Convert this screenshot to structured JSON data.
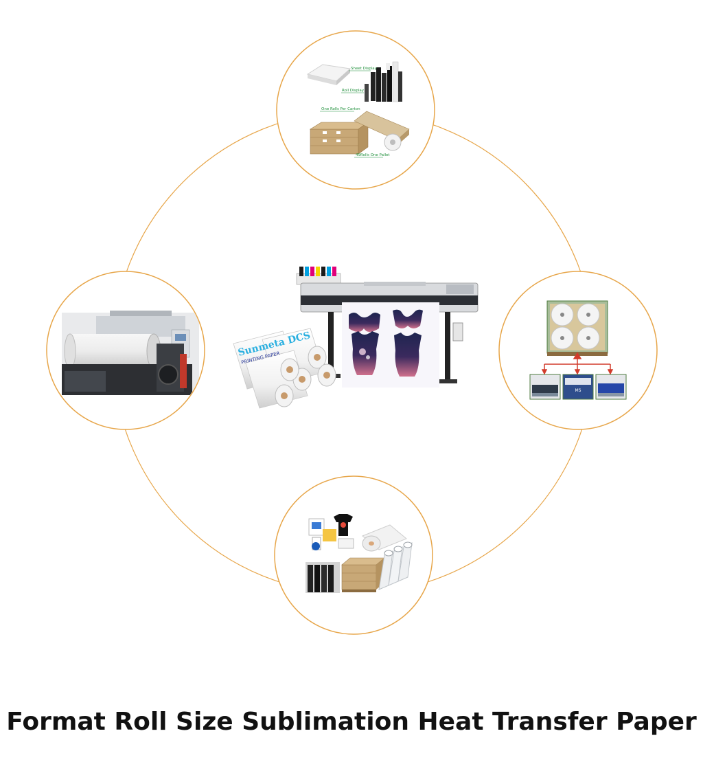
{
  "title": "Format Roll Size Sublimation Heat Transfer Paper",
  "colors": {
    "ring": "#e7a64a",
    "title": "#111111"
  },
  "top_panel": {
    "labels": [
      "Sheet Display",
      "Roll Display",
      "One Rolls Per Carton",
      "49Rolls One Pallet"
    ]
  },
  "center_panel": {
    "roll_brand_lines": [
      "Sunmeta DCS",
      "PRINTING PAPER"
    ]
  },
  "right_panel": {
    "machine_label": "MS"
  }
}
